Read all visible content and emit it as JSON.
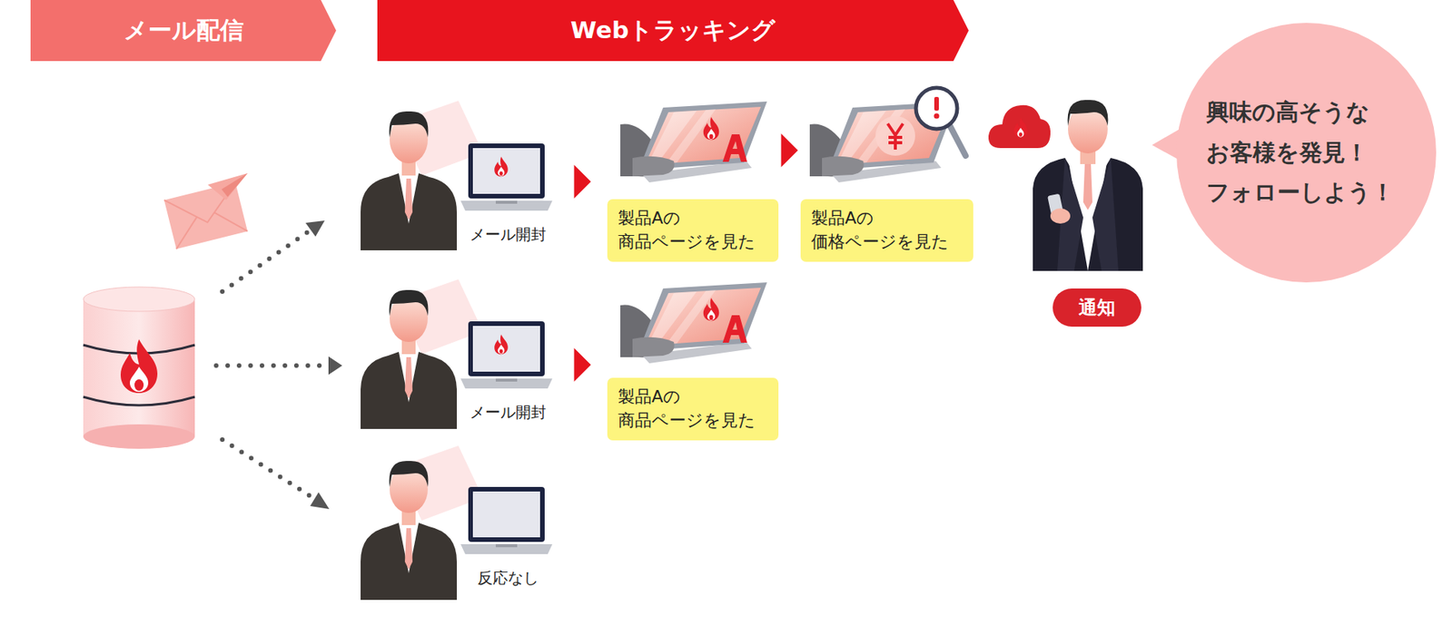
{
  "diagram": {
    "nodes": [
      {
        "text": [
          "メール配信"
        ]
      },
      {
        "text": [
          "Webトラッキング"
        ]
      },
      {
        "text": [
          "メール開封"
        ]
      },
      {
        "text": [
          "製品Aの 商品ページを見た"
        ]
      },
      {
        "text": [
          "製品Aの 価格ページを見た"
        ]
      },
      {
        "text": [
          "通知"
        ]
      },
      {
        "text": [
          "興味の高そうな お客様を発見！ フォローしよう！"
        ]
      },
      {
        "text": [
          "メール開封"
        ]
      },
      {
        "text": [
          "製品Aの 商品ページを見た"
        ]
      },
      {
        "text": [
          "反応なし"
        ]
      }
    ],
    "edges": [
      {
        "from": 2,
        "to": 3,
        "arrow": "to"
      },
      {
        "from": 3,
        "to": 4,
        "arrow": "to"
      },
      {
        "from": 7,
        "to": 8,
        "arrow": "to"
      }
    ]
  }
}
